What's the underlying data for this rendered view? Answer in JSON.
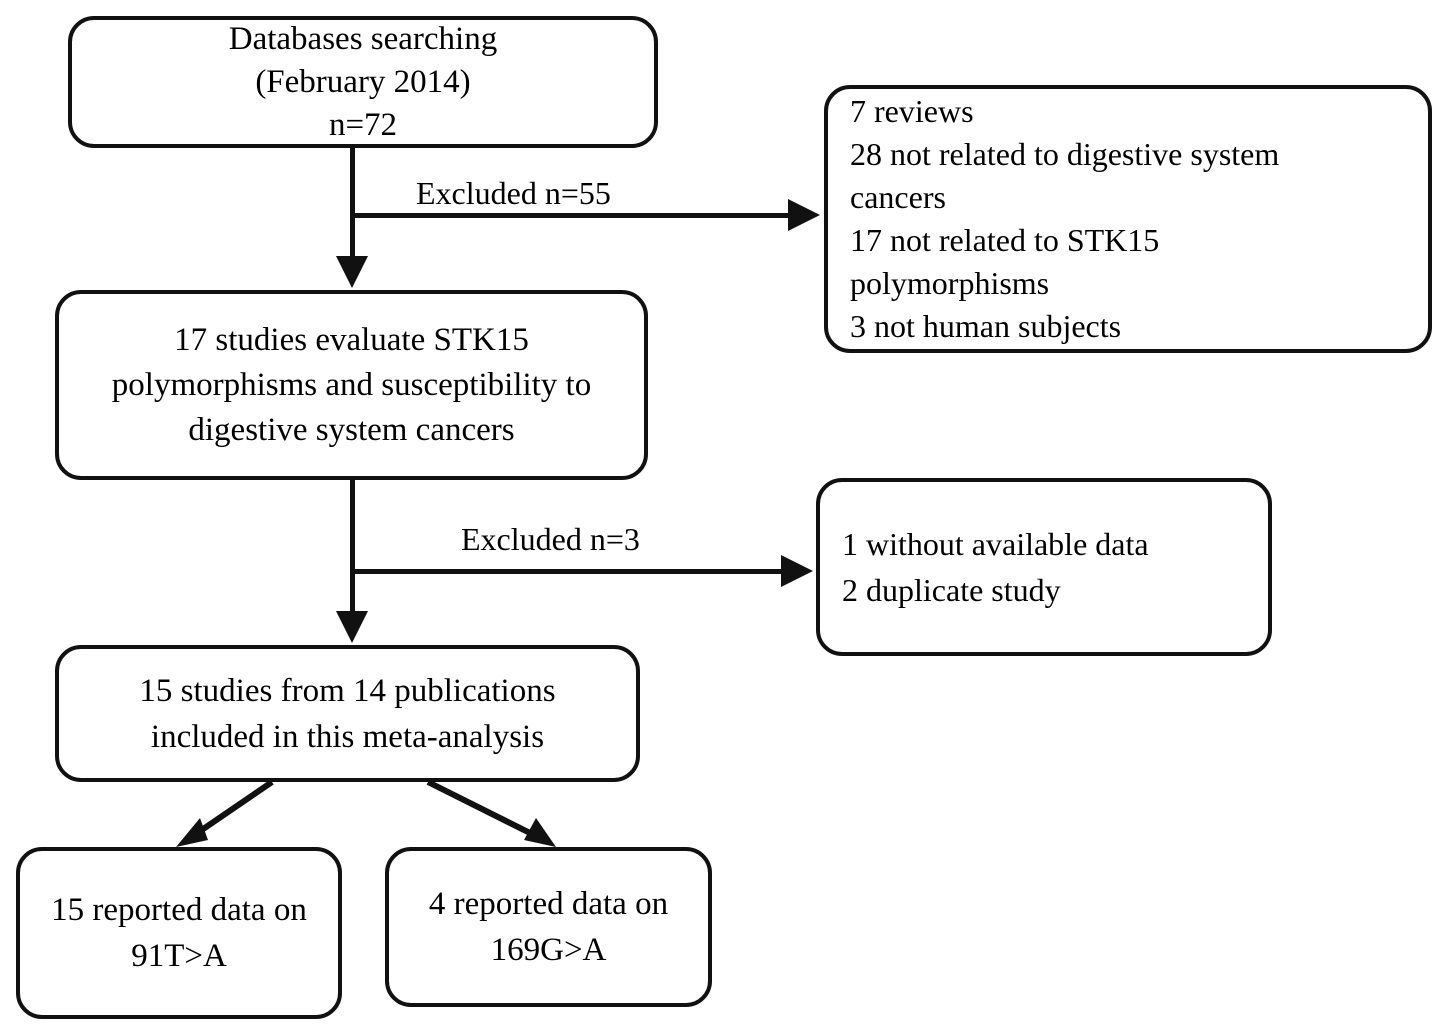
{
  "diagram": {
    "type": "prisma-flow-diagram",
    "title": "STK15 polymorphisms meta-analysis study selection flow",
    "background_color": "#ffffff",
    "line_color": "#111111",
    "text_color": "#000000",
    "nodes": {
      "search": {
        "id": "databases-searching",
        "lines": [
          "Databases searching",
          "(February 2014)",
          "n=72"
        ],
        "n": 72
      },
      "eligible": {
        "id": "studies-evaluated",
        "lines": [
          "17 studies evaluate STK15",
          "polymorphisms and susceptibility to",
          "digestive system cancers"
        ],
        "n": 17
      },
      "included": {
        "id": "studies-included",
        "lines": [
          "15 studies from 14 publications",
          "included in this meta-analysis"
        ],
        "studies": 15,
        "publications": 14
      },
      "excluded_1": {
        "id": "excluded-reasons-first-screen",
        "lines": [
          "7 reviews",
          "28 not related to digestive system",
          "cancers",
          "17 not related to STK15",
          "polymorphisms",
          "3 not human subjects"
        ],
        "reasons": [
          {
            "count": 7,
            "reason": "reviews"
          },
          {
            "count": 28,
            "reason": "not related to digestive system cancers"
          },
          {
            "count": 17,
            "reason": "not related to STK15 polymorphisms"
          },
          {
            "count": 3,
            "reason": "not human subjects"
          }
        ]
      },
      "excluded_2": {
        "id": "excluded-reasons-second-screen",
        "lines": [
          "1 without available data",
          "2 duplicate study"
        ],
        "reasons": [
          {
            "count": 1,
            "reason": "without available data"
          },
          {
            "count": 2,
            "reason": "duplicate study"
          }
        ]
      },
      "snp_1": {
        "id": "reported-91T-A",
        "lines": [
          "15 reported data on",
          "91T>A"
        ],
        "count": 15,
        "variant": "91T>A"
      },
      "snp_2": {
        "id": "reported-169G-A",
        "lines": [
          "4 reported data on",
          "169G>A"
        ],
        "count": 4,
        "variant": "169G>A"
      }
    },
    "edges": {
      "excluded_1_label": "Excluded n=55",
      "excluded_2_label": "Excluded n=3"
    }
  }
}
